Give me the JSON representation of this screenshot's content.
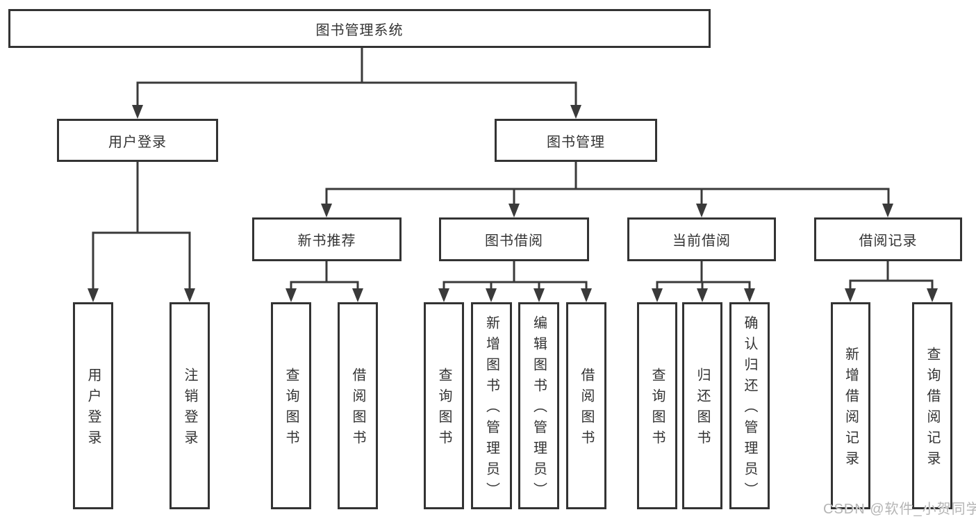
{
  "diagram": {
    "nodes": {
      "root": "图书管理系统",
      "user_login": "用户登录",
      "book_mgmt": "图书管理",
      "new_book_rec": "新书推荐",
      "book_borrow": "图书借阅",
      "current_borrow": "当前借阅",
      "borrow_record": "借阅记录",
      "leaf_user_login": "用户登录",
      "leaf_logout": "注销登录",
      "leaf_nb_query": "查询图书",
      "leaf_nb_borrow": "借阅图书",
      "leaf_bb_query": "查询图书",
      "leaf_bb_add": "新增图书（管理员）",
      "leaf_bb_edit": "编辑图书（管理员）",
      "leaf_bb_borrow": "借阅图书",
      "leaf_cb_query": "查询图书",
      "leaf_cb_return": "归还图书",
      "leaf_cb_confirm": "确认归还（管理员）",
      "leaf_br_add": "新增借阅记录",
      "leaf_br_query": "查询借阅记录"
    },
    "colors": {
      "line": "#3a3a3a",
      "box_border": "#333333",
      "text": "#333333",
      "background": "#ffffff",
      "watermark": "#b5b5b5"
    }
  },
  "watermark": "CSDN @软件_小贺同学"
}
